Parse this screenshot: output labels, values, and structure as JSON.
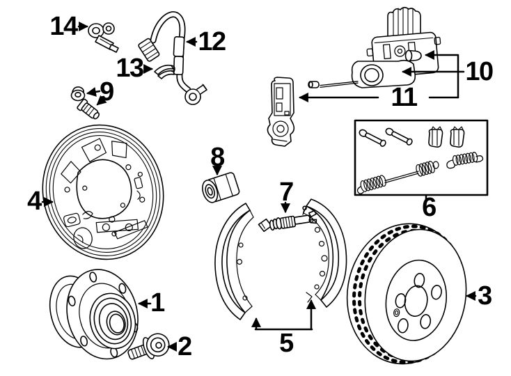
{
  "colors": {
    "background": "#ffffff",
    "line": "#000000"
  },
  "callouts": {
    "n1": "1",
    "n2": "2",
    "n3": "3",
    "n4": "4",
    "n5": "5",
    "n6": "6",
    "n7": "7",
    "n8": "8",
    "n9": "9",
    "n10": "10",
    "n11": "11",
    "n12": "12",
    "n13": "13",
    "n14": "14"
  }
}
